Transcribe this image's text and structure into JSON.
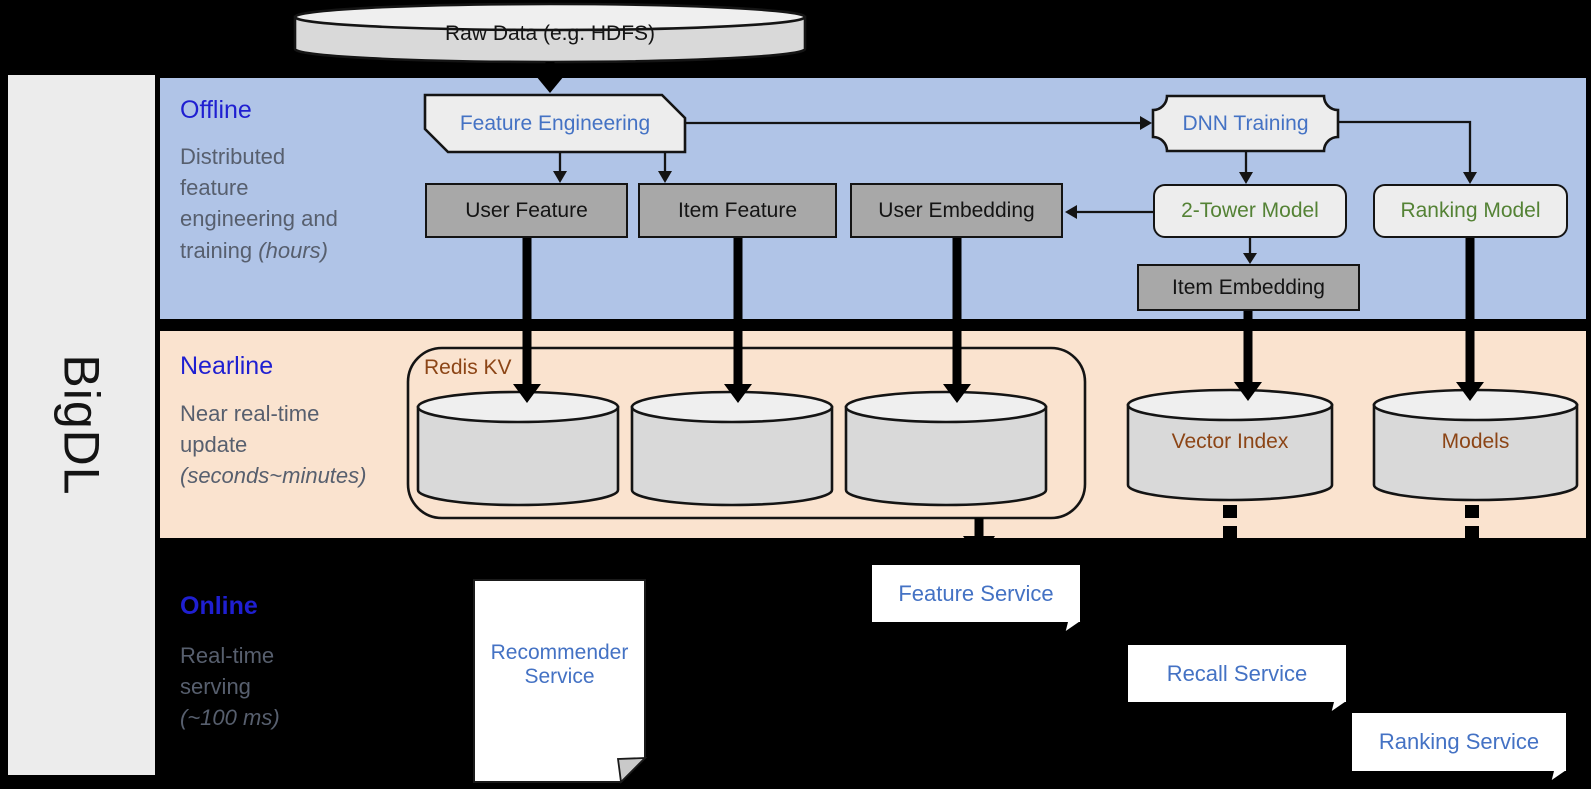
{
  "brand": "BigDL",
  "raw_data_label": "Raw Data (e.g. HDFS)",
  "sections": {
    "offline": {
      "title": "Offline",
      "desc": "Distributed feature engineering and training",
      "desc_italic": "(hours)"
    },
    "nearline": {
      "title": "Nearline",
      "desc": "Near real-time update",
      "desc_italic": "(seconds~minutes)"
    },
    "online": {
      "title": "Online",
      "desc": "Real-time serving",
      "desc_italic": "(~100 ms)"
    }
  },
  "offline_nodes": {
    "feature_engineering": "Feature Engineering",
    "dnn_training": "DNN Training",
    "user_feature": "User Feature",
    "item_feature": "Item Feature",
    "user_embedding": "User Embedding",
    "two_tower_model": "2-Tower Model",
    "ranking_model": "Ranking Model",
    "item_embedding": "Item Embedding"
  },
  "nearline_nodes": {
    "redis_kv": "Redis KV",
    "vector_index": "Vector Index",
    "models": "Models"
  },
  "online_nodes": {
    "recommender_service": "Recommender Service",
    "feature_service": "Feature Service",
    "recall_service": "Recall Service",
    "ranking_service": "Ranking Service"
  },
  "colors": {
    "offline_band": "#B0C4E7",
    "nearline_band": "#FAE3CF",
    "title_blue": "#1F1FD1",
    "desc_gray": "#575F6E",
    "node_blue": "#4472C4",
    "node_green": "#548235",
    "store_brown": "#8C4516",
    "box_gray": "#A8A8A8",
    "shape_light": "#EDEDED"
  }
}
